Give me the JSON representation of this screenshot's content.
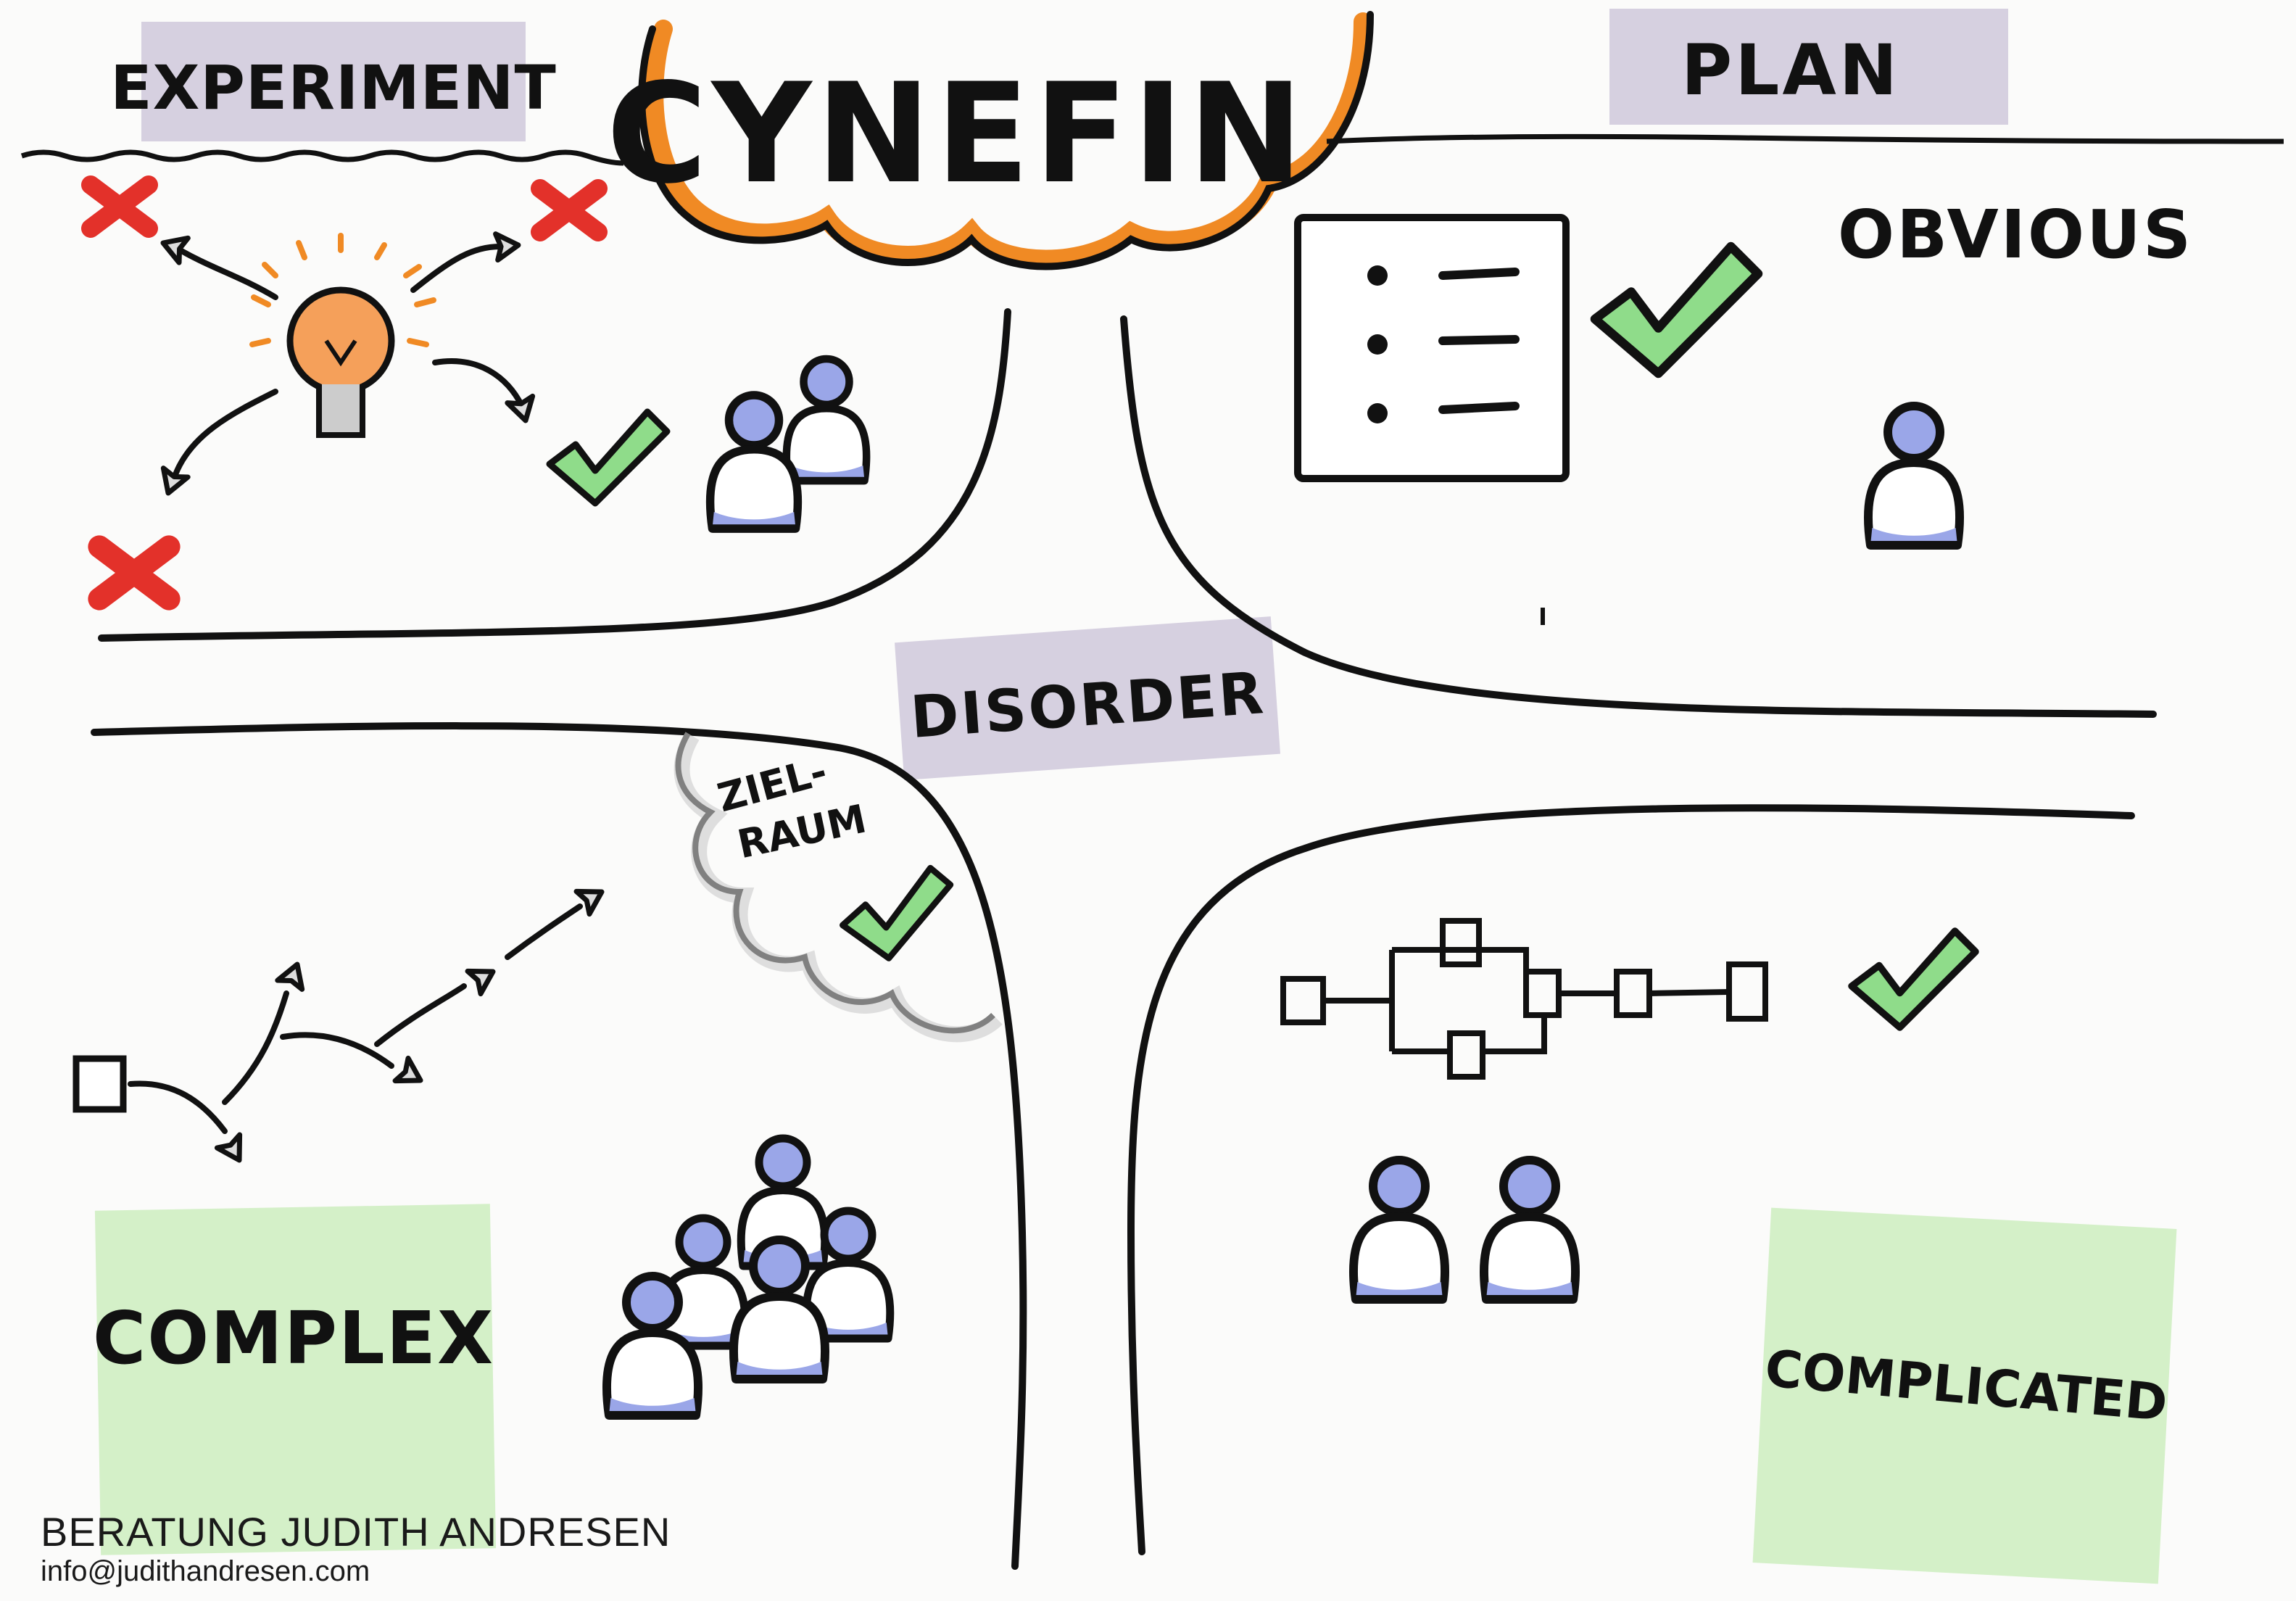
{
  "title": "CYNEFIN",
  "labels": {
    "experiment": "EXPERIMENT",
    "plan": "PLAN",
    "disorder": "DISORDER",
    "obvious": "OBVIOUS",
    "zielraum_line1": "ZIEL-",
    "zielraum_line2": "RAUM",
    "complex": "COMPLEX",
    "complicated": "COMPLICATED"
  },
  "credit": {
    "name": "BERATUNG JUDITH ANDRESEN",
    "email": "info@judithandresen.com"
  },
  "colors": {
    "ink": "#111111",
    "cloud_orange": "#f08a24",
    "tag_lilac": "#d6d0e0",
    "sticky_green": "#d4f0c8",
    "check_green": "#8fdc8a",
    "cross_red": "#e3312a",
    "person_blue": "#9aa6e8",
    "bulb_orange": "#f5a05a"
  },
  "icons": [
    "lightbulb-icon",
    "check-icon",
    "cross-icon",
    "person-icon",
    "checklist-icon",
    "flowchart-icon",
    "cloud-icon"
  ]
}
